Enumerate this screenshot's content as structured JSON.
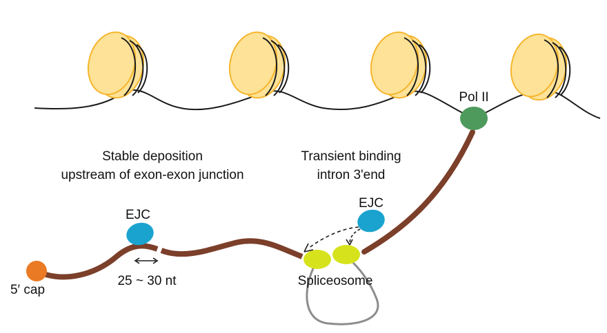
{
  "labels": {
    "pol2": "Pol II",
    "stable_line1": "Stable deposition",
    "stable_line2": "upstream of exon-exon junction",
    "transient_line1": "Transient binding",
    "transient_line2": "intron 3'end",
    "ejc_bound": "EJC",
    "ejc_free": "EJC",
    "distance": "25 ~ 30 nt",
    "cap": "5′ cap",
    "spliceosome": "Spliceosome"
  },
  "colors": {
    "nucleosome_fill": "#fde297",
    "nucleosome_edge": "#f5b52c",
    "dna": "#1a1a1a",
    "rna": "#7b3f2a",
    "pol2": "#4e9a5c",
    "ejc": "#1ba3cf",
    "cap": "#ea7a23",
    "spliceosome": "#d6e31c",
    "intron_loop": "#8c8c8c"
  }
}
